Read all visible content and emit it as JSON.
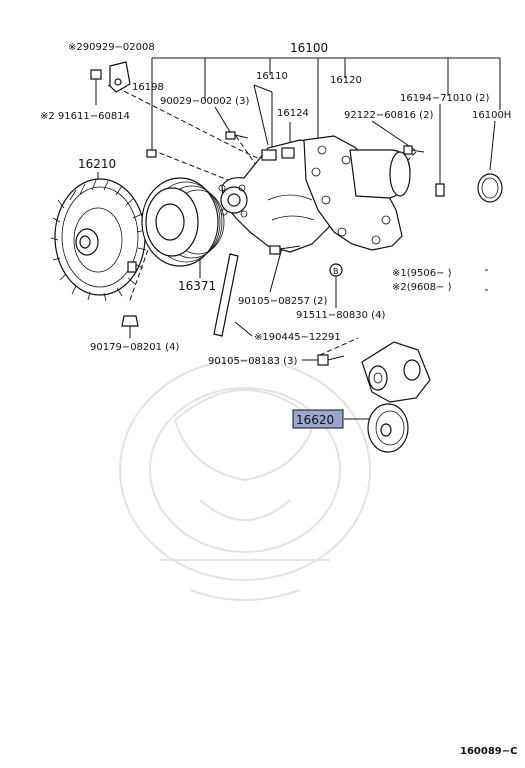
{
  "labels": {
    "p16100": "16100",
    "p90929": "※290929−02008",
    "p16198": "16198",
    "p91611": "※2 91611−60814",
    "p16110": "16110",
    "p16120": "16120",
    "p90029": "90029−00002 (3)",
    "p16124": "16124",
    "p92122": "92122−60816 (2)",
    "p16194": "16194−71010 (2)",
    "p16100H": "16100H",
    "p16210": "16210",
    "p16371": "16371",
    "p90105a": "90105−08257 (2)",
    "pB": "B",
    "p91511": "91511−80830 (4)",
    "note1": "※1(9506−        )",
    "note2": "※2(9608−        )",
    "p90179": "90179−08201 (4)",
    "p190445": "※190445−12291",
    "p90105b": "90105−08183 (3)",
    "p16620": "16620",
    "footer": "160089−C"
  },
  "colors": {
    "highlight": "#9aa6cf",
    "line": "#111111",
    "watermark": "#e3e3e3"
  }
}
